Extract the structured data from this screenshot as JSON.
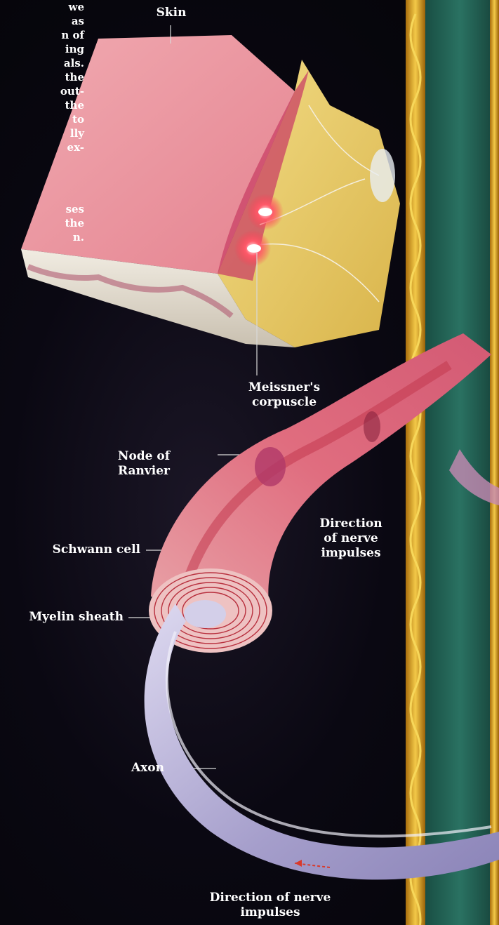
{
  "side_text": {
    "lines_top": [
      "we",
      "as",
      "n of",
      "ing",
      "als.",
      "the",
      "out-",
      "the",
      "to",
      "lly",
      "ex-"
    ],
    "lines_bottom": [
      "ses",
      "the",
      "n."
    ]
  },
  "labels": {
    "skin": "Skin",
    "meissner_line1": "Meissner's",
    "meissner_line2": "corpuscle",
    "node_line1": "Node of",
    "node_line2": "Ranvier",
    "direction_right_line1": "Direction",
    "direction_right_line2": "of nerve",
    "direction_right_line3": "impulses",
    "schwann": "Schwann cell",
    "myelin": "Myelin sheath",
    "axon": "Axon",
    "direction_bottom_line1": "Direction of nerve",
    "direction_bottom_line2": "impulses"
  },
  "colors": {
    "background": "#05050b",
    "skin_surface": "#e98d96",
    "skin_side": "#ecd36a",
    "nerve": "#e07a86",
    "axon": "#b9b3d9",
    "border_gold": "#d9a520",
    "border_teal": "#1f5e50"
  }
}
